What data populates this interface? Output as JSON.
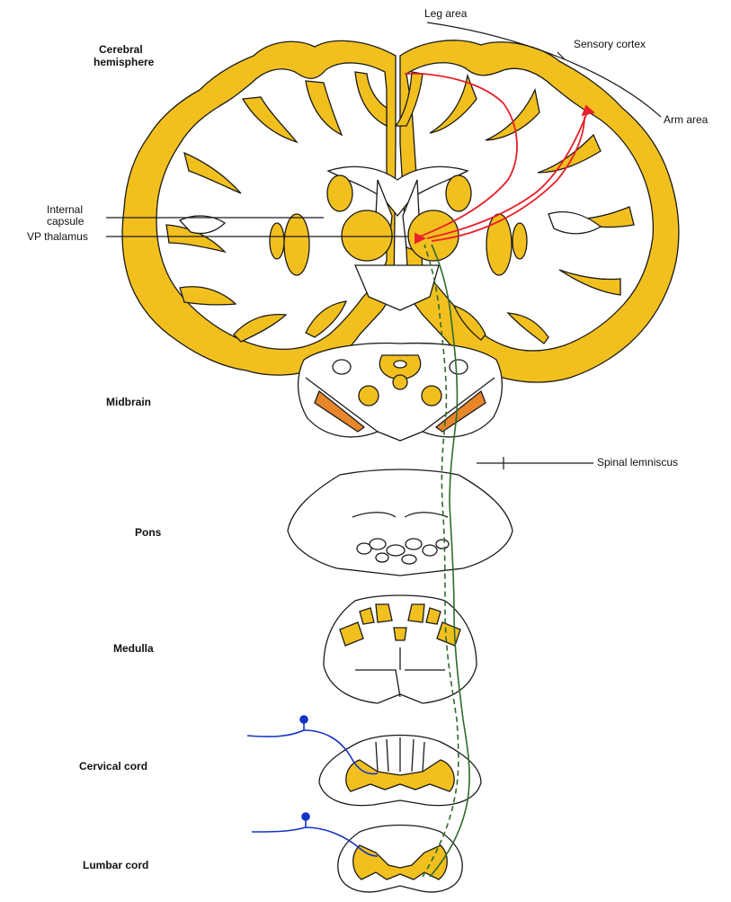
{
  "labels": {
    "leg_area": "Leg area",
    "sensory_cortex": "Sensory cortex",
    "arm_area": "Arm area",
    "cerebral_hemisphere_1": "Cerebral",
    "cerebral_hemisphere_2": "hemisphere",
    "internal_capsule_1": "Internal",
    "internal_capsule_2": "capsule",
    "vp_thalamus": "VP thalamus",
    "midbrain": "Midbrain",
    "spinal_lemniscus": "Spinal lemniscus",
    "pons": "Pons",
    "medulla": "Medulla",
    "cervical_cord": "Cervical cord",
    "lumbar_cord": "Lumbar cord"
  },
  "colors": {
    "gray_matter": "#f2c01e",
    "outline": "#1a1a1a",
    "white_matter": "#ffffff",
    "tract_red": "#e8202a",
    "tract_green": "#2e6b2e",
    "afferent_blue": "#1433c8",
    "midbrain_orange": "#e8872a"
  }
}
